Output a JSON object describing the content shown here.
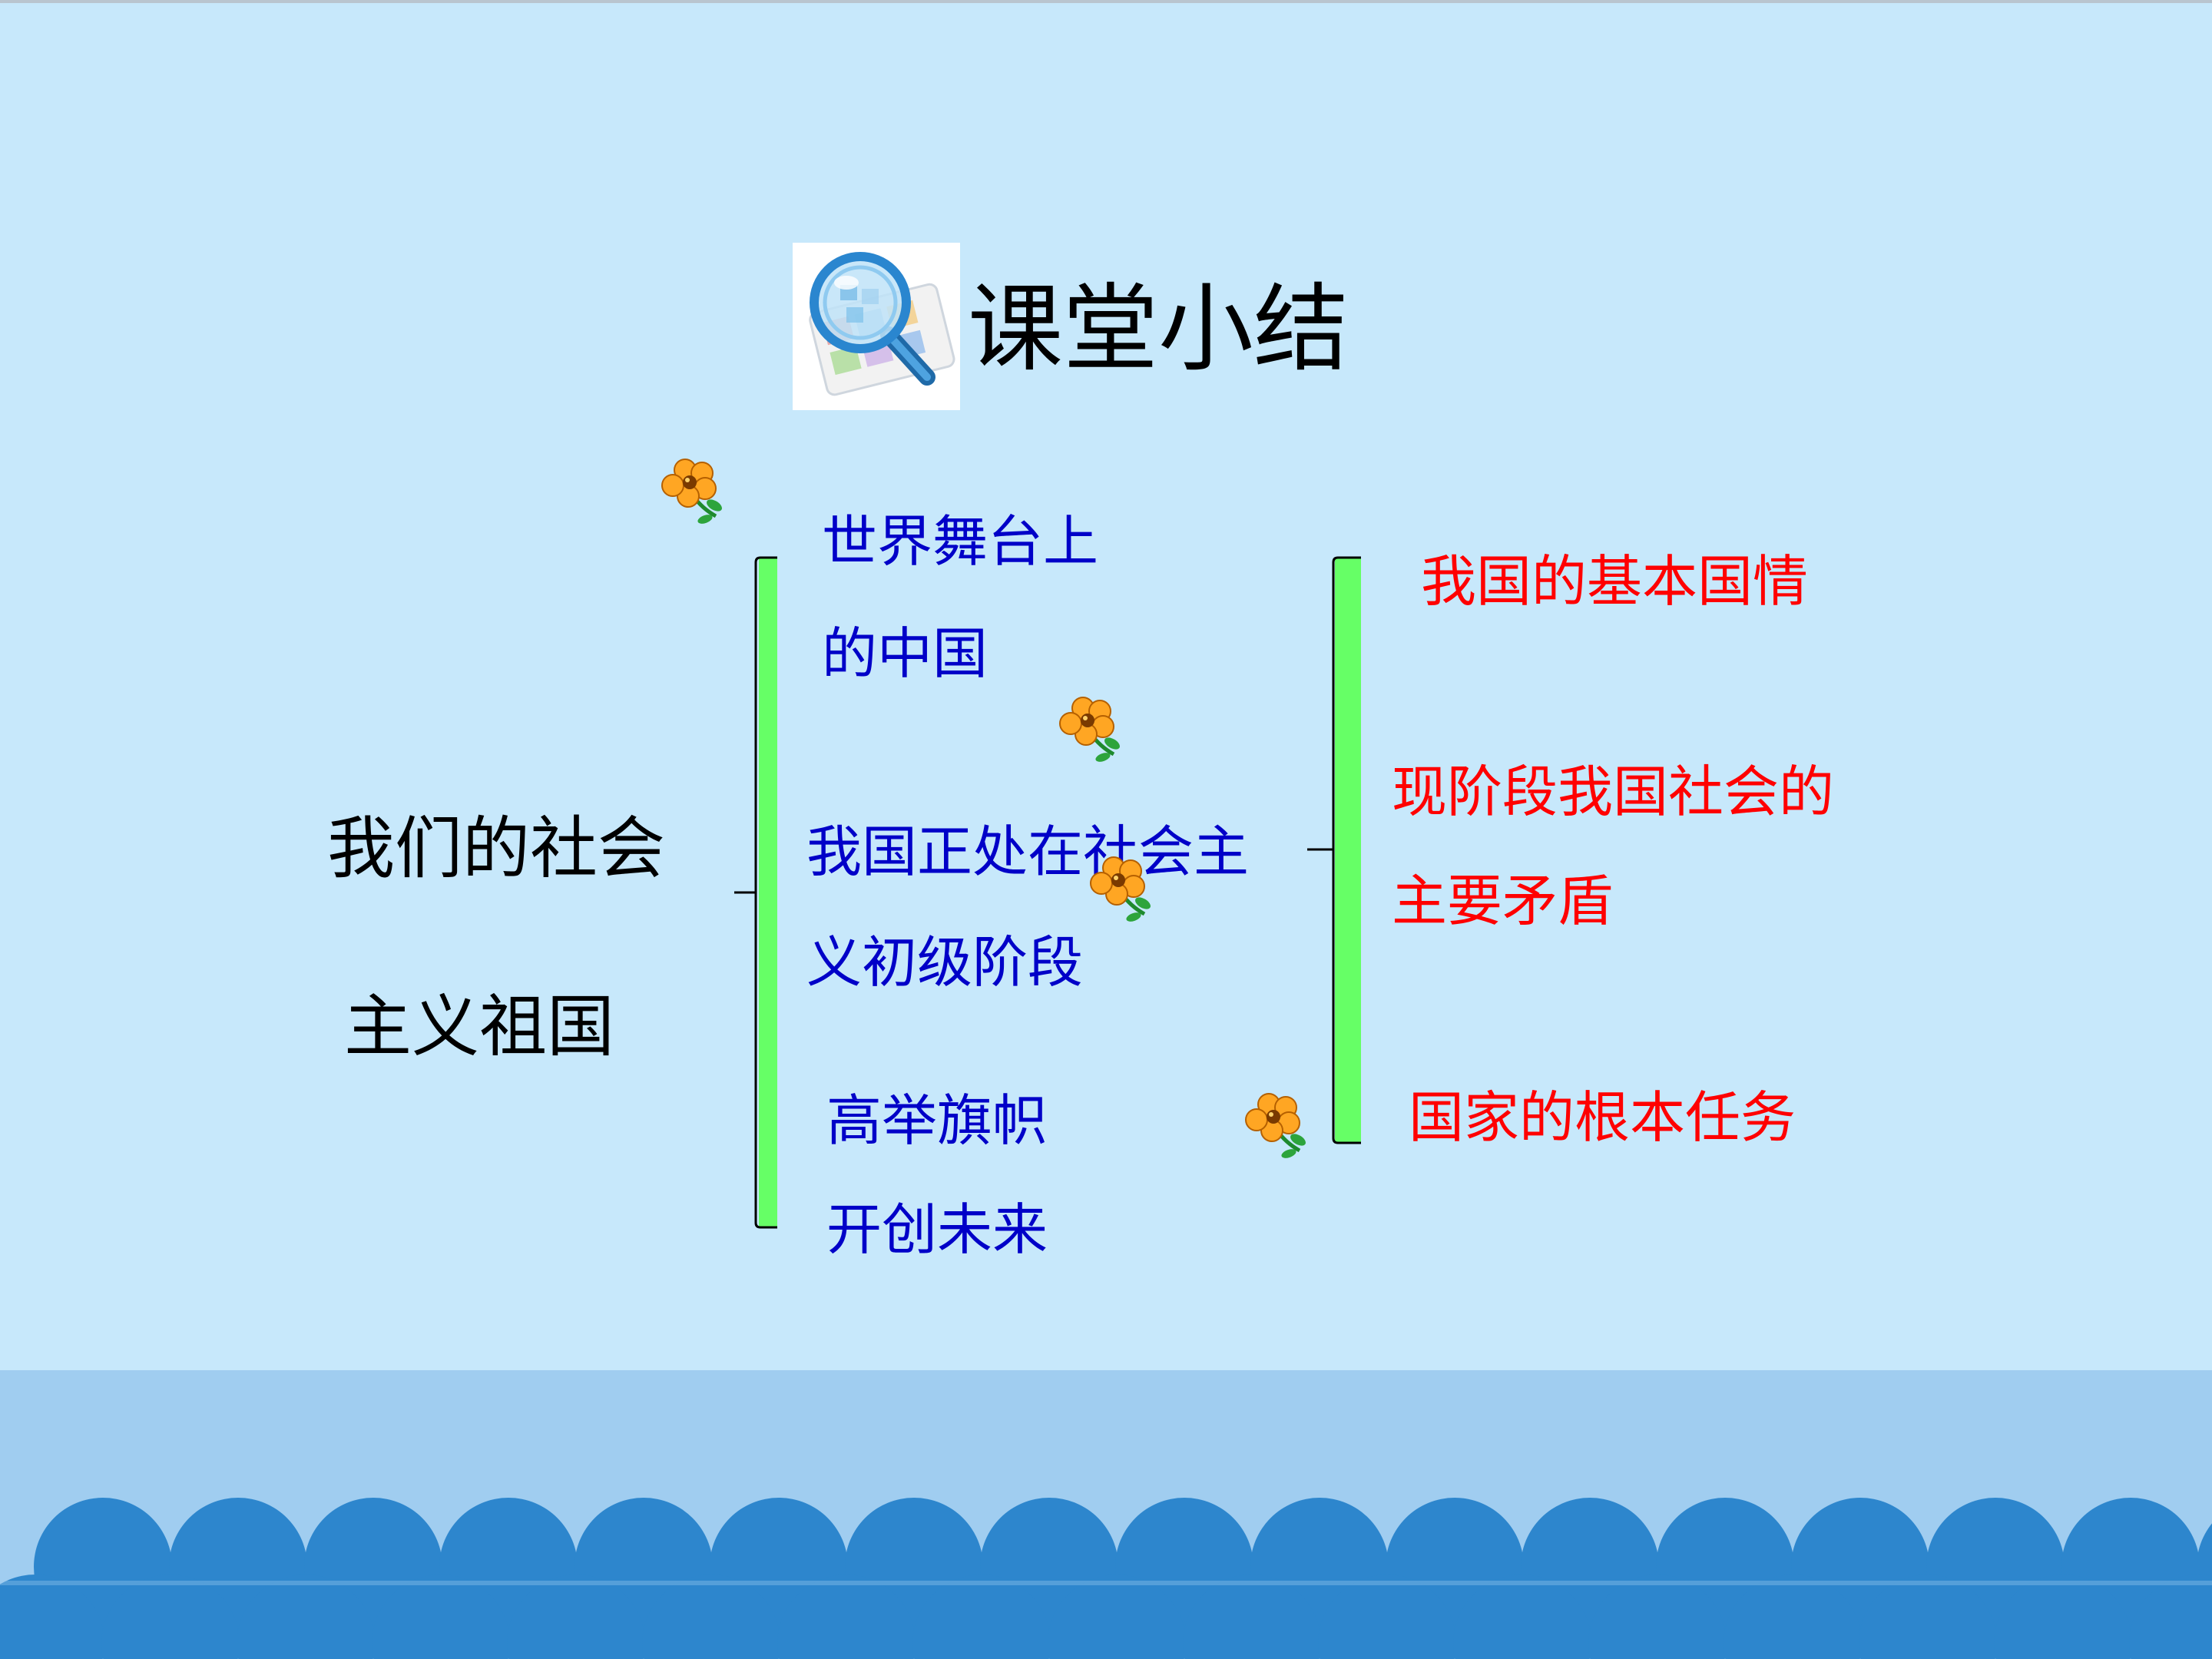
{
  "title": {
    "text": "课堂小结",
    "icon": "magnifier-icon"
  },
  "root": {
    "line1": "我们的社会",
    "line2": "主义祖国"
  },
  "branches": [
    {
      "line1": "世界舞台上",
      "line2": "的中国"
    },
    {
      "line1": "我国正处在社会主",
      "line2": "义初级阶段"
    },
    {
      "line1": "高举旗帜",
      "line2": "开创未来"
    }
  ],
  "sub_branches": [
    {
      "line1": "我国的基本国情"
    },
    {
      "line1": "现阶段我国社会的",
      "line2": "主要矛盾"
    },
    {
      "line1": "国家的根本任务"
    }
  ],
  "colors": {
    "background": "#c7e8fb",
    "band": "#a0cdf0",
    "wave": "#2d86cd",
    "bracket_fill": "#66ff66",
    "branch_text": "#0000c8",
    "sub_text": "#ff0000",
    "root_text": "#000000"
  },
  "decorations": {
    "flower_icon": "flower-icon"
  }
}
